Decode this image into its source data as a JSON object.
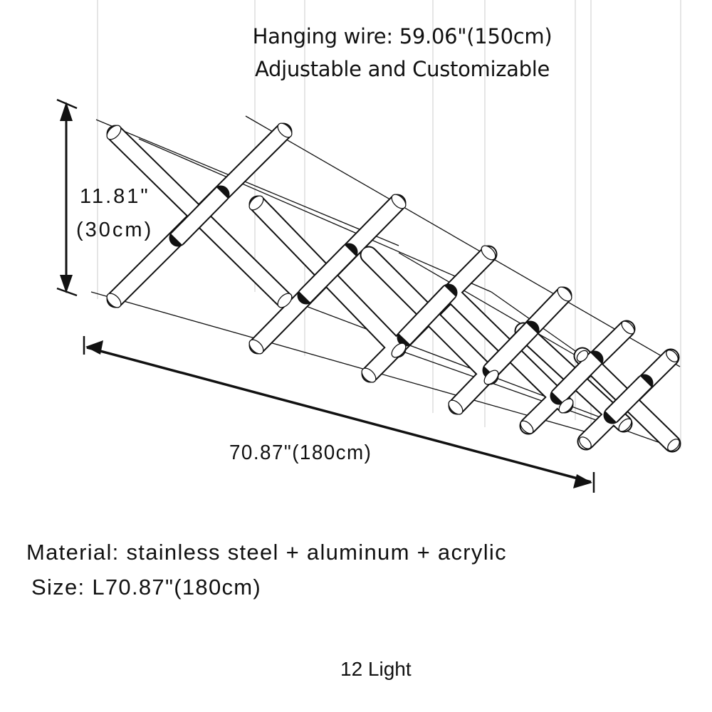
{
  "header": {
    "wire_length": "Hanging wire: 59.06\"(150cm)",
    "wire_note": "Adjustable and Customizable"
  },
  "dimensions": {
    "height_in": "11.81\"",
    "height_cm": "(30cm)",
    "length": "70.87\"(180cm)"
  },
  "specs": {
    "material": "Material: stainless steel + aluminum + acrylic",
    "size": "Size: L70.87\"(180cm)"
  },
  "footer": {
    "light_count": "12 Light"
  },
  "drawing": {
    "subject": "chandelier-fixture-line-drawing",
    "fixture_count": 6,
    "tube_count": 12,
    "colors": {
      "line": "#111111",
      "wire": "#cfcfcf",
      "background": "#ffffff"
    }
  }
}
